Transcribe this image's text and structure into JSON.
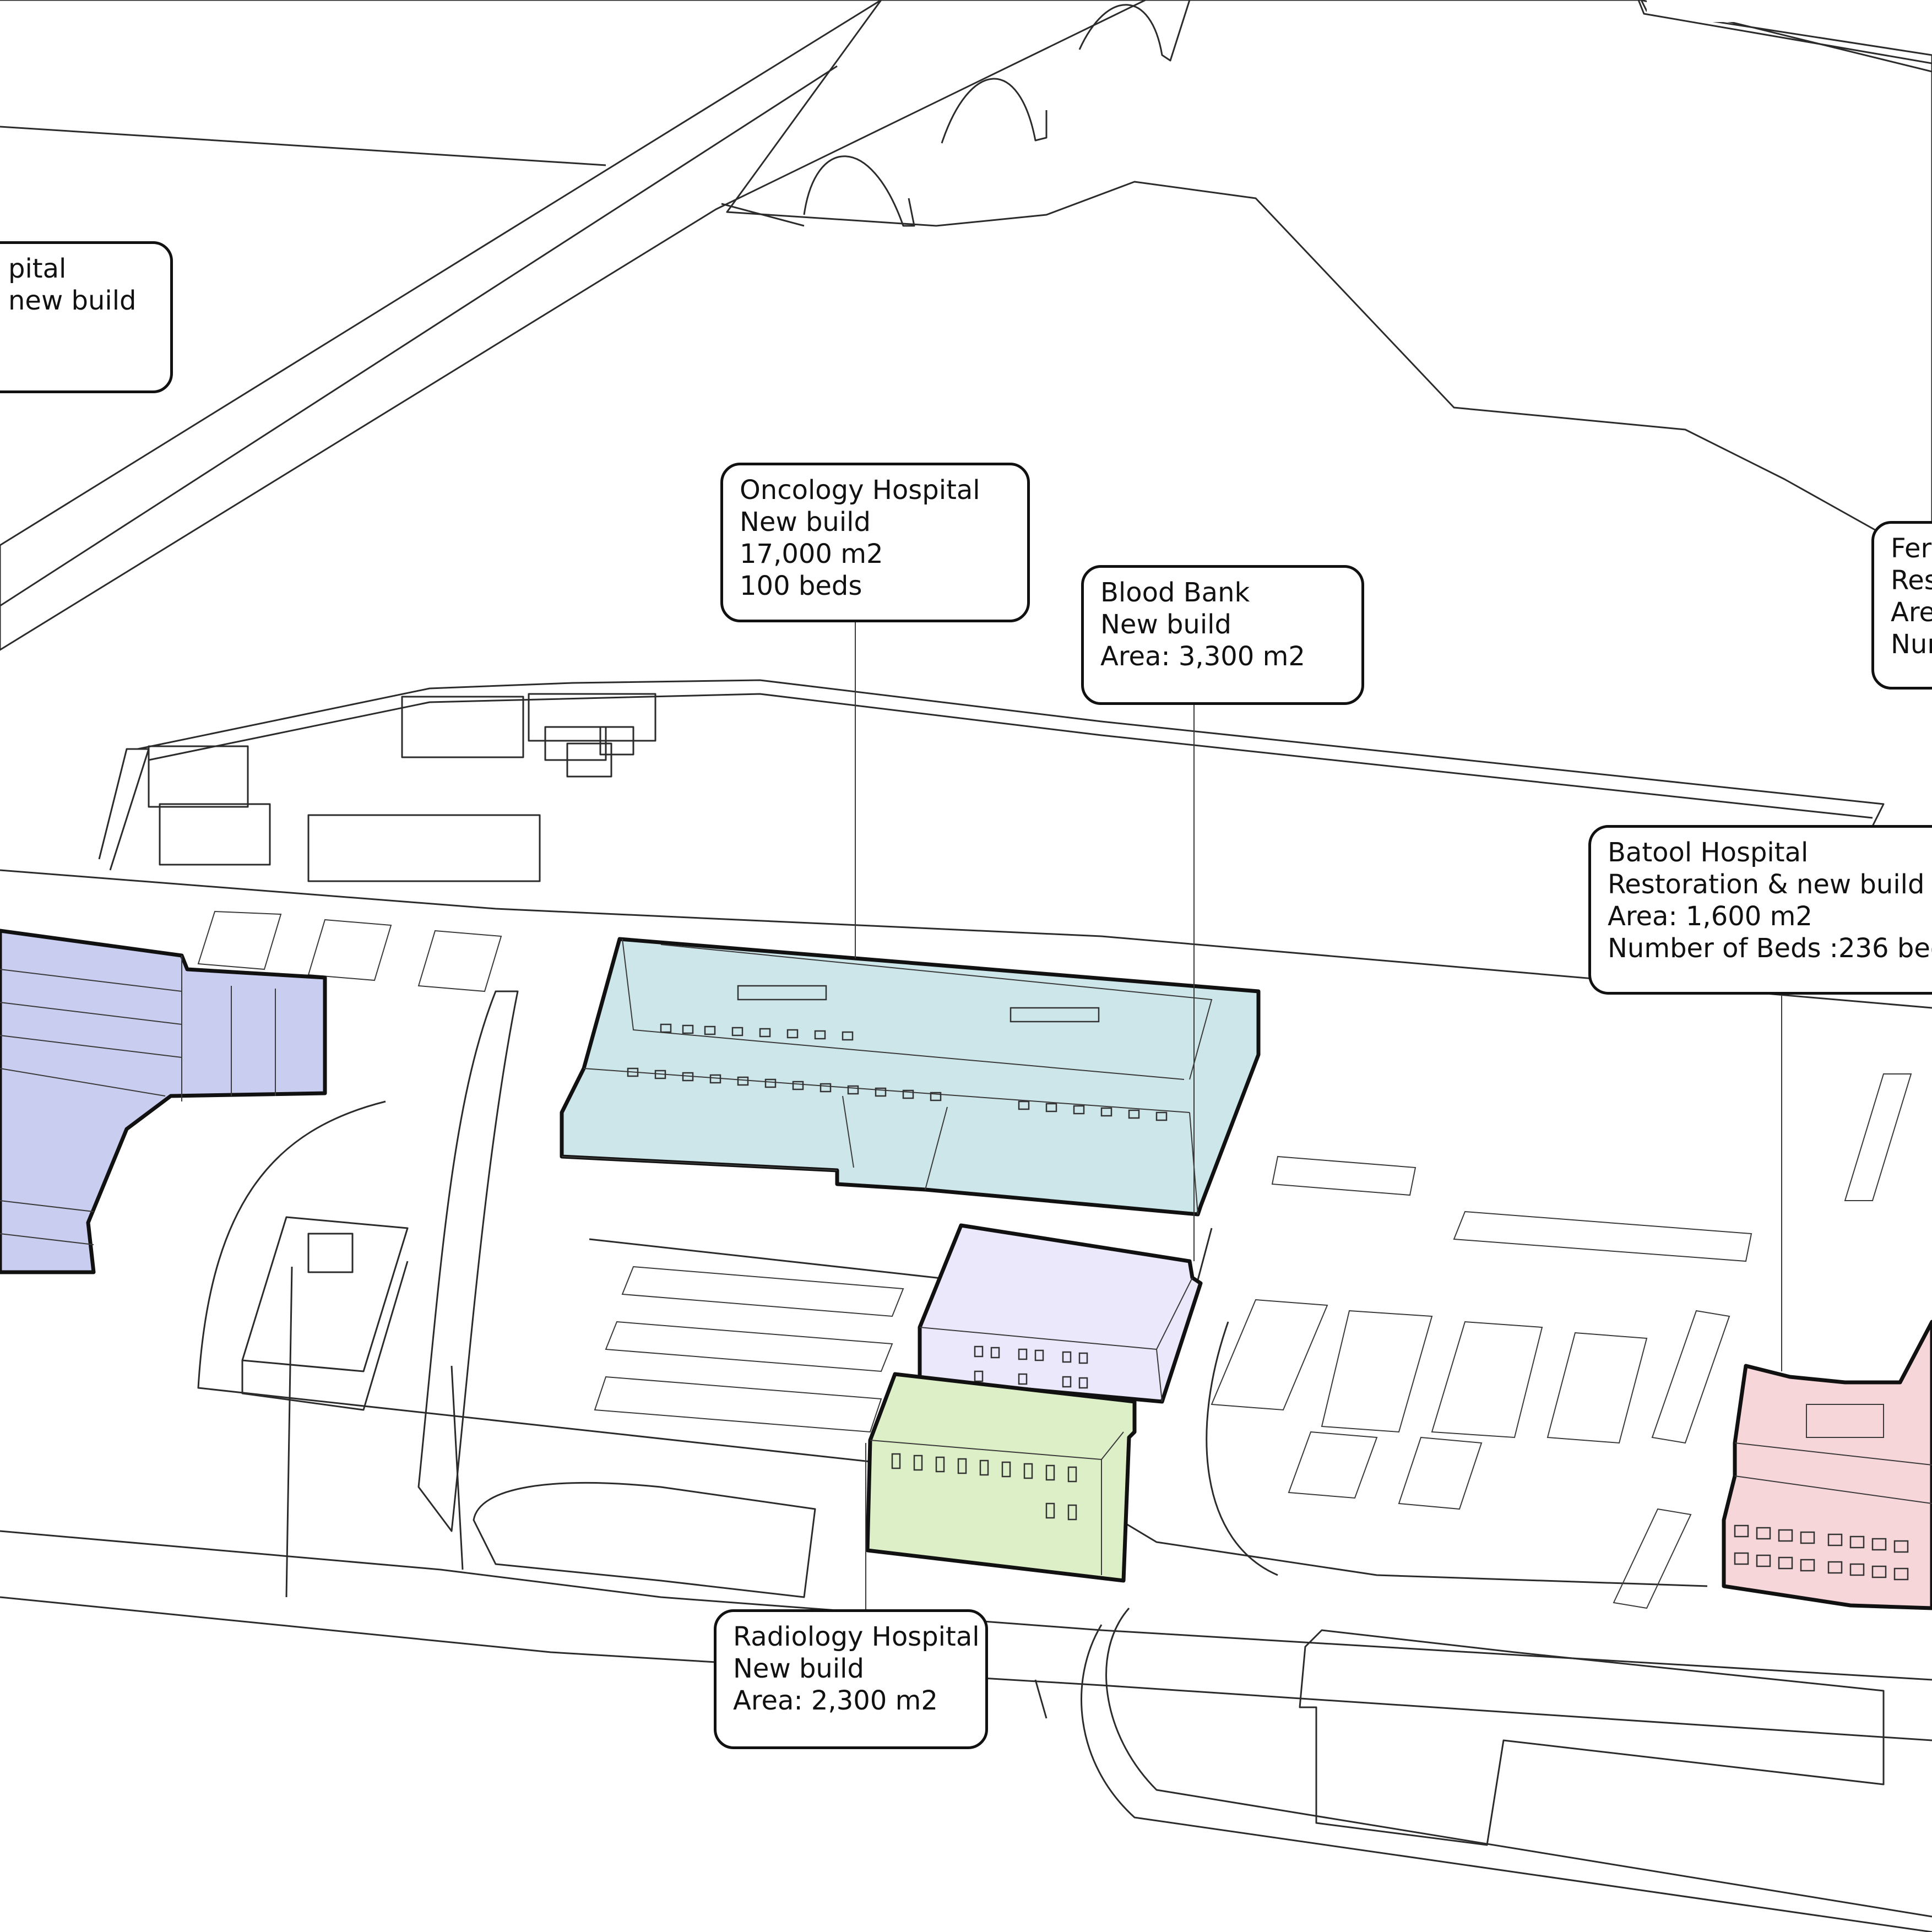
{
  "colors": {
    "river": "#e6f6f6",
    "blue_building": "#c9cdf0",
    "oncology_building": "#cde6ea",
    "blood_bank_building": "#ece8fb",
    "radiology_building": "#dcefc6",
    "batool_building": "#f7d6da",
    "stroke": "#111111"
  },
  "callouts": {
    "left_partial": {
      "line1": "pital",
      "line2": "new build"
    },
    "oncology": {
      "line1": "Oncology Hospital",
      "line2": "New build",
      "line3": "17,000 m2",
      "line4": "100 beds"
    },
    "blood_bank": {
      "line1": "Blood Bank",
      "line2": "New build",
      "line3": "Area: 3,300 m2"
    },
    "fertility_partial": {
      "line1": "Fert",
      "line2": "Res",
      "line3": "Are",
      "line4": "Nur"
    },
    "batool": {
      "line1": "Batool Hospital",
      "line2": "Restoration & new build",
      "line3": "Area: 1,600 m2",
      "line4": "Number of Beds :236 bed"
    },
    "radiology": {
      "line1": "Radiology Hospital",
      "line2": "New build",
      "line3": "Area: 2,300 m2"
    }
  }
}
